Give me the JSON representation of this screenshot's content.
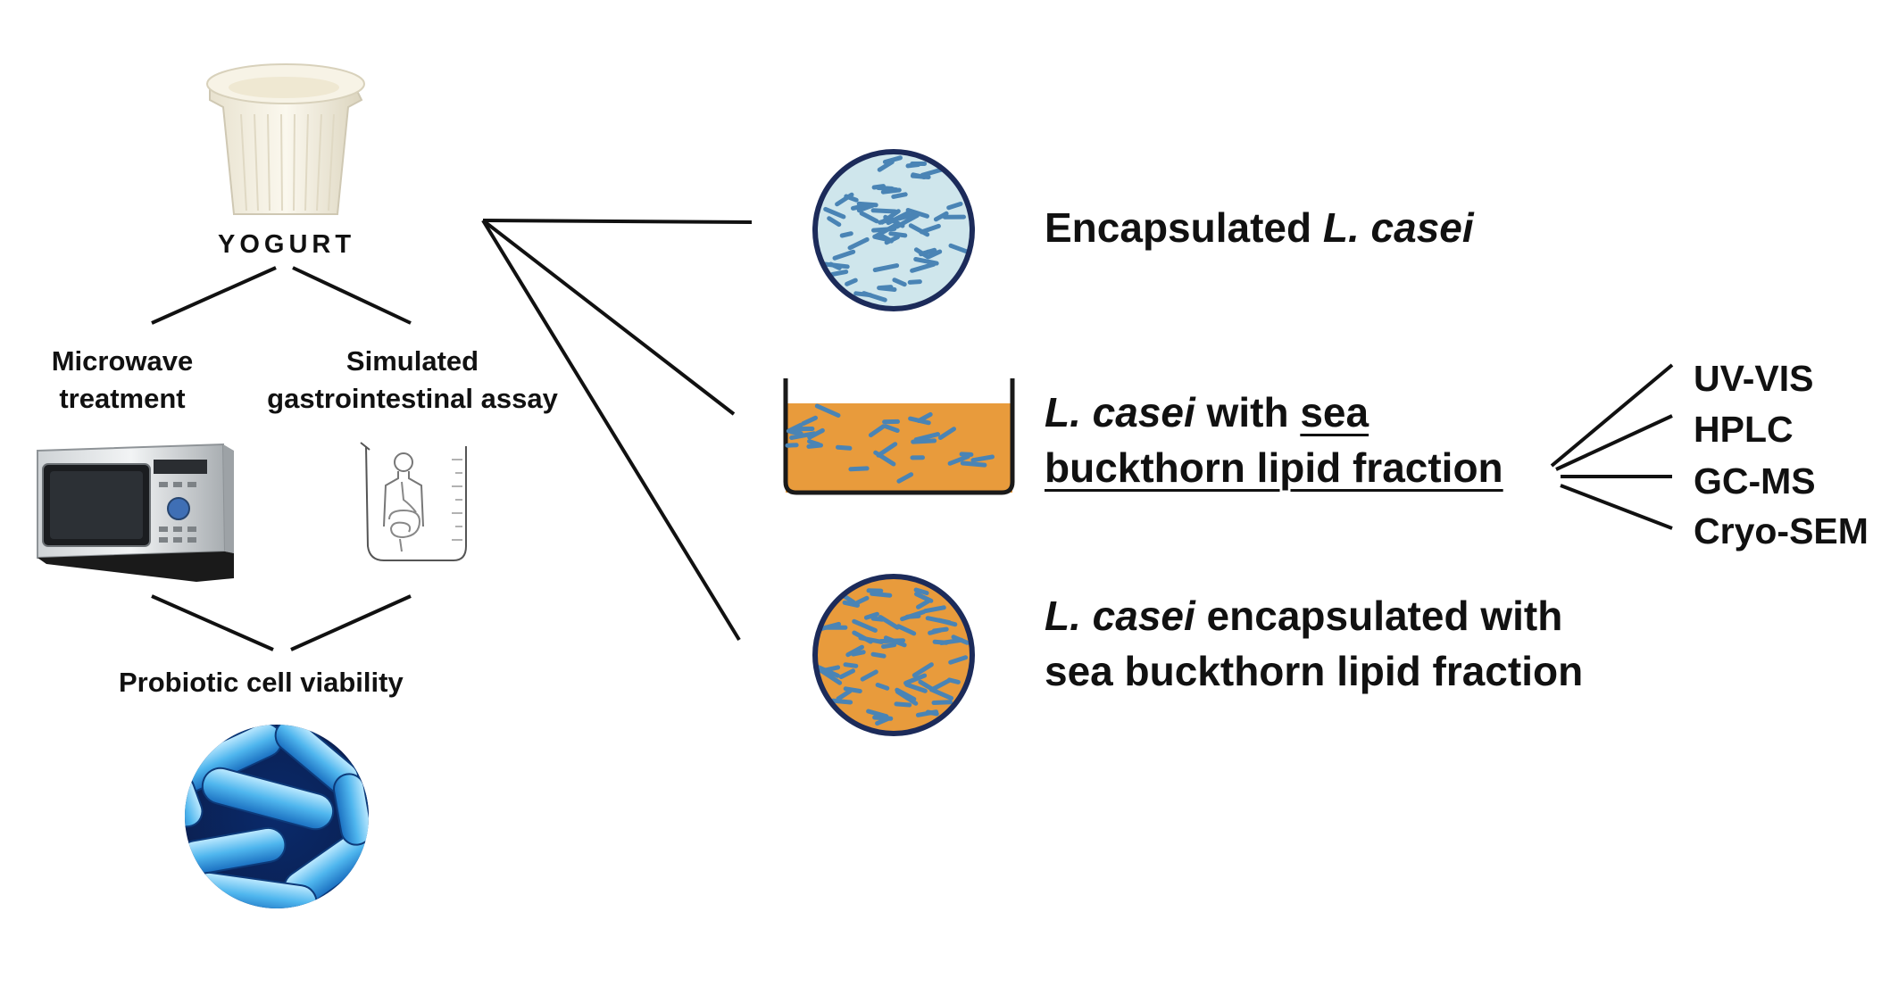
{
  "left": {
    "yogurt_label": "YOGURT",
    "microwave_line1": "Microwave",
    "microwave_line2": "treatment",
    "simulated_line1": "Simulated",
    "simulated_line2": "gastrointestinal assay",
    "viability_label": "Probiotic cell viability"
  },
  "right": {
    "item1": {
      "text": "Encapsulated ",
      "italic": "L. casei"
    },
    "item2": {
      "italic": "L. casei",
      "text_mid": " with ",
      "underlined_a": "sea",
      "underlined_b": "buckthorn lipid fraction"
    },
    "item3": {
      "italic": "L. casei",
      "line1_rest": " encapsulated with",
      "line2": "sea buckthorn lipid fraction"
    }
  },
  "techniques": [
    "UV-VIS",
    "HPLC",
    "GC-MS",
    "Cryo-SEM"
  ],
  "icons": [
    "yogurt-cup-icon",
    "microwave-icon",
    "beaker-digestive-icon",
    "bacteria-micrograph-icon",
    "capsule-bacteria-icon",
    "lipid-bath-icon",
    "lipid-capsule-icon"
  ],
  "colors": {
    "capsule_fill": "#cfe6ec",
    "lipid_fill": "#e89b3c",
    "outline_navy": "#1c2b5a",
    "bacteria": "#4a84b5"
  }
}
